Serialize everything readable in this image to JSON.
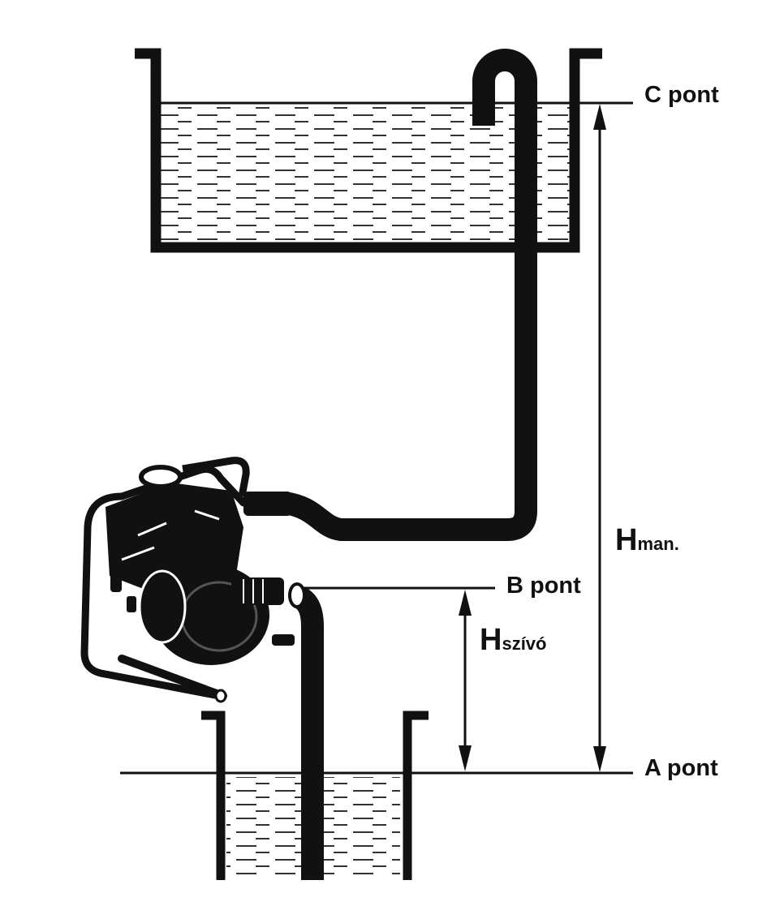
{
  "labels": {
    "point_c": "C pont",
    "point_b": "B pont",
    "point_a": "A pont",
    "h_man_main": "H",
    "h_man_sub": "man.",
    "h_szivo_main": "H",
    "h_szivo_sub": "szívó"
  },
  "colors": {
    "ink": "#111111",
    "background": "#ffffff"
  }
}
